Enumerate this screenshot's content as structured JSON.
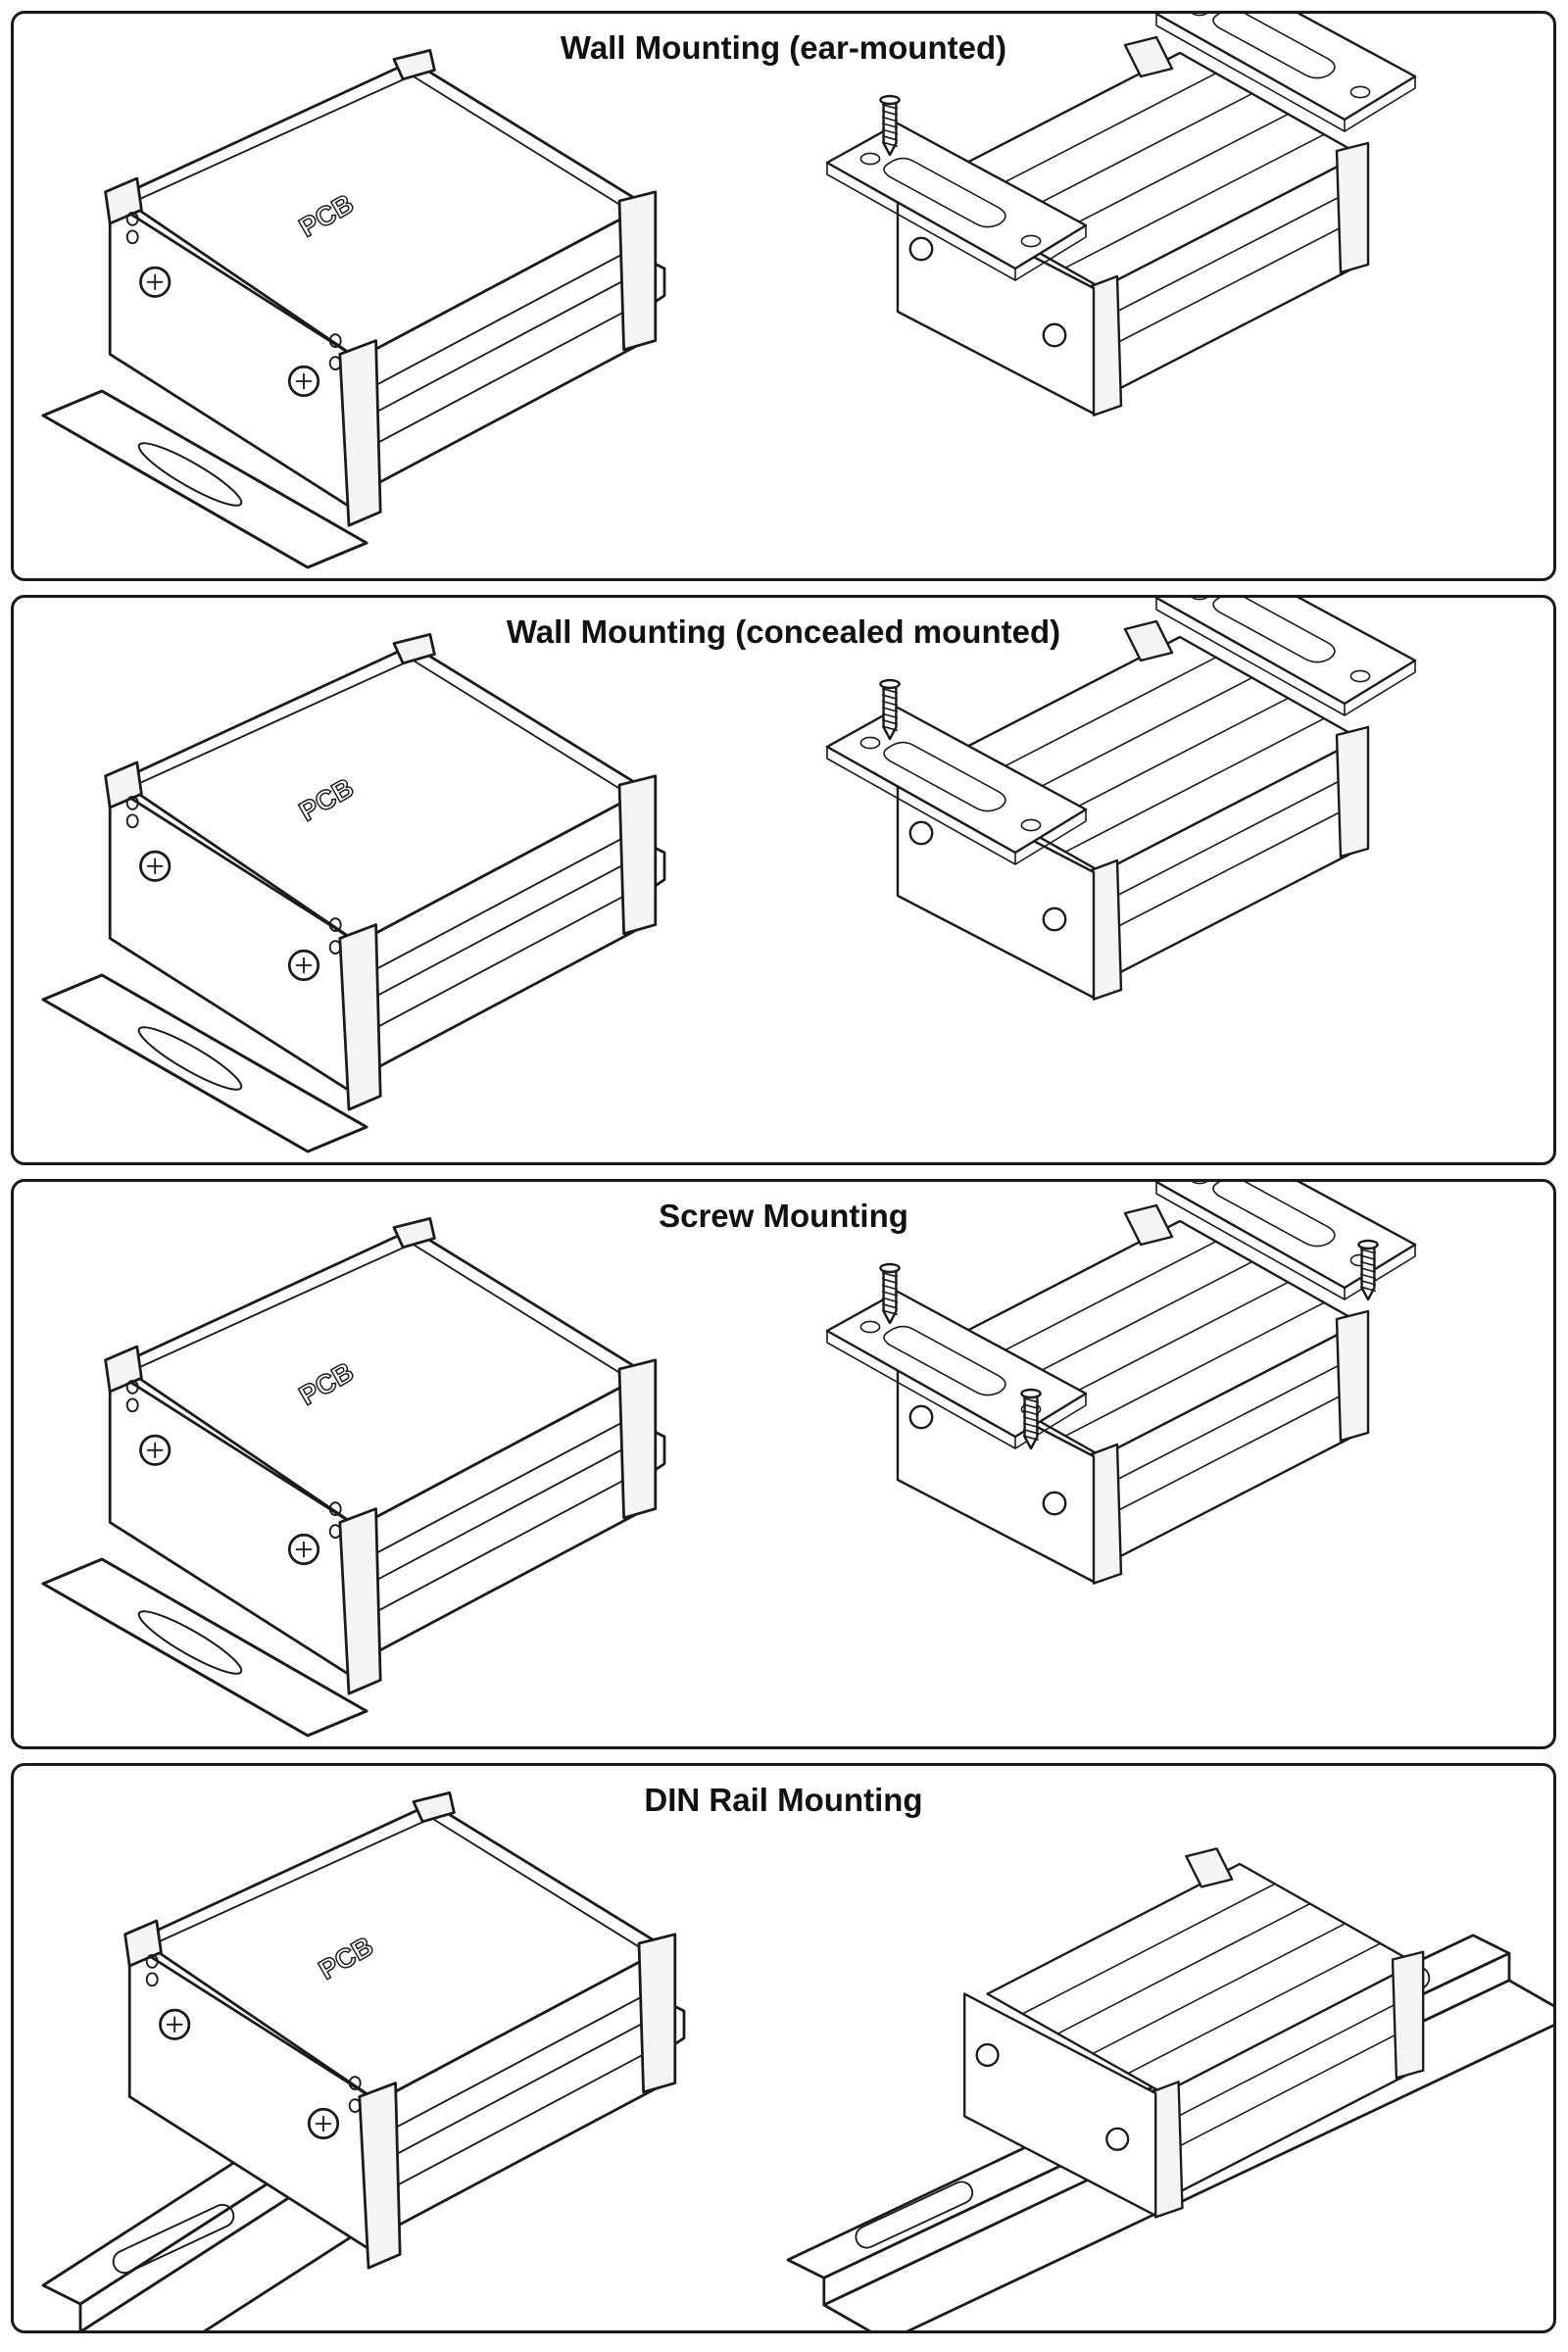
{
  "panels": [
    {
      "title": "Wall Mounting (ear-mounted)",
      "label": "PCB",
      "variant": "ear"
    },
    {
      "title": "Wall Mounting (concealed mounted)",
      "label": "PCB",
      "variant": "concealed"
    },
    {
      "title": "Screw Mounting",
      "label": "PCB",
      "variant": "screw"
    },
    {
      "title": "DIN Rail Mounting",
      "label": "PCB",
      "variant": "din"
    }
  ],
  "colors": {
    "line": "#1a1a1a",
    "background": "#ffffff"
  }
}
